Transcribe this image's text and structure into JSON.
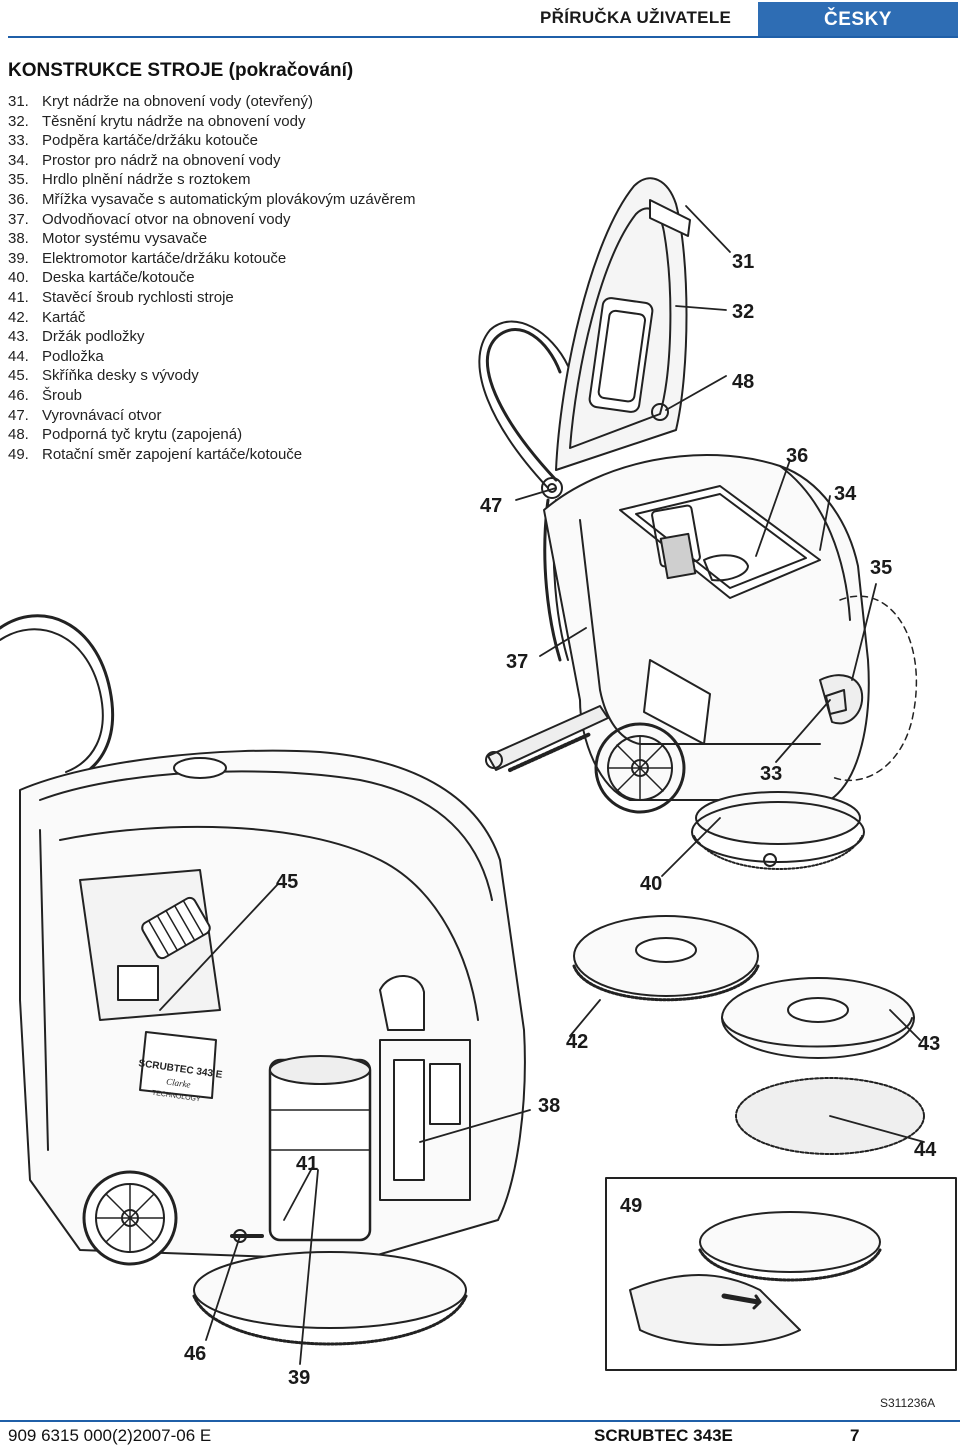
{
  "header": {
    "title": "PŘÍRUČKA UŽIVATELE",
    "language": "ČESKY"
  },
  "section_title": "KONSTRUKCE STROJE (pokračování)",
  "parts": [
    {
      "num": "31.",
      "label": "Kryt nádrže na obnovení vody (otevřený)"
    },
    {
      "num": "32.",
      "label": "Těsnění krytu nádrže na obnovení vody"
    },
    {
      "num": "33.",
      "label": "Podpěra kartáče/držáku kotouče"
    },
    {
      "num": "34.",
      "label": "Prostor pro nádrž na obnovení vody"
    },
    {
      "num": "35.",
      "label": "Hrdlo plnění nádrže s roztokem"
    },
    {
      "num": "36.",
      "label": "Mřížka vysavače s automatickým plovákovým uzávěrem"
    },
    {
      "num": "37.",
      "label": "Odvodňovací otvor na obnovení vody"
    },
    {
      "num": "38.",
      "label": "Motor systému vysavače"
    },
    {
      "num": "39.",
      "label": "Elektromotor kartáče/držáku kotouče"
    },
    {
      "num": "40.",
      "label": "Deska kartáče/kotouče"
    },
    {
      "num": "41.",
      "label": "Stavěcí šroub rychlosti stroje"
    },
    {
      "num": "42.",
      "label": "Kartáč"
    },
    {
      "num": "43.",
      "label": "Držák podložky"
    },
    {
      "num": "44.",
      "label": "Podložka"
    },
    {
      "num": "45.",
      "label": "Skříňka desky s vývody"
    },
    {
      "num": "46.",
      "label": "Šroub"
    },
    {
      "num": "47.",
      "label": "Vyrovnávací otvor"
    },
    {
      "num": "48.",
      "label": "Podporná tyč krytu (zapojená)"
    },
    {
      "num": "49.",
      "label": "Rotační směr zapojení kartáče/kotouče"
    }
  ],
  "callouts": {
    "c31": "31",
    "c32": "32",
    "c48": "48",
    "c36": "36",
    "c47": "47",
    "c34": "34",
    "c35": "35",
    "c37": "37",
    "c33": "33",
    "c45": "45",
    "c40": "40",
    "c42": "42",
    "c43": "43",
    "c38": "38",
    "c41": "41",
    "c44": "44",
    "c49": "49",
    "c46": "46",
    "c39": "39"
  },
  "machine_labels": {
    "model_plate": "SCRUBTEC 343 E",
    "brand": "Clarke",
    "tag": "TECHNOLOGY"
  },
  "drawing_code": "S311236A",
  "footer": {
    "doc_number": "909 6315 000(2)2007-06 E",
    "model": "SCRUBTEC 343E",
    "page": "7"
  }
}
